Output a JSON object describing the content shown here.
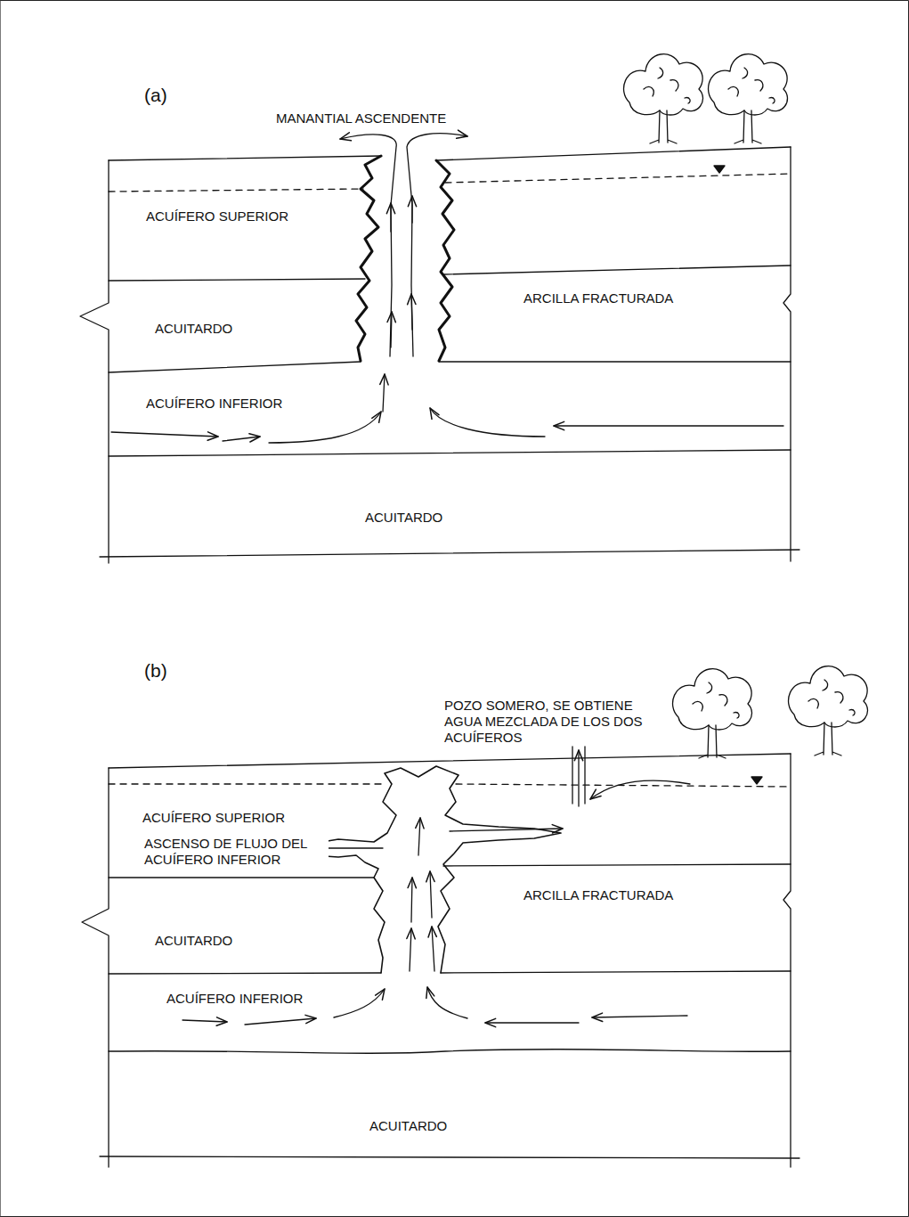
{
  "diagram": {
    "labels": [
      "(a)",
      "MANANTIAL ASCENDENTE",
      "ACUÍFERO SUPERIOR",
      "ACUITARDO",
      "ARCILLA FRACTURADA",
      "ACUÍFERO INFERIOR",
      "ACUITARDO",
      "(b)",
      "POZO SOMERO, SE OBTIENE AGUA MEZCLADA DE LOS DOS ACUÍFEROS",
      "ACUÍFERO SUPERIOR",
      "ASCENSO DE FLUJO DEL ACUÍFERO INFERIOR",
      "ACUITARDO",
      "ARCILLA FRACTURADA",
      "ACUÍFERO INFERIOR",
      "ACUITARDO"
    ]
  }
}
